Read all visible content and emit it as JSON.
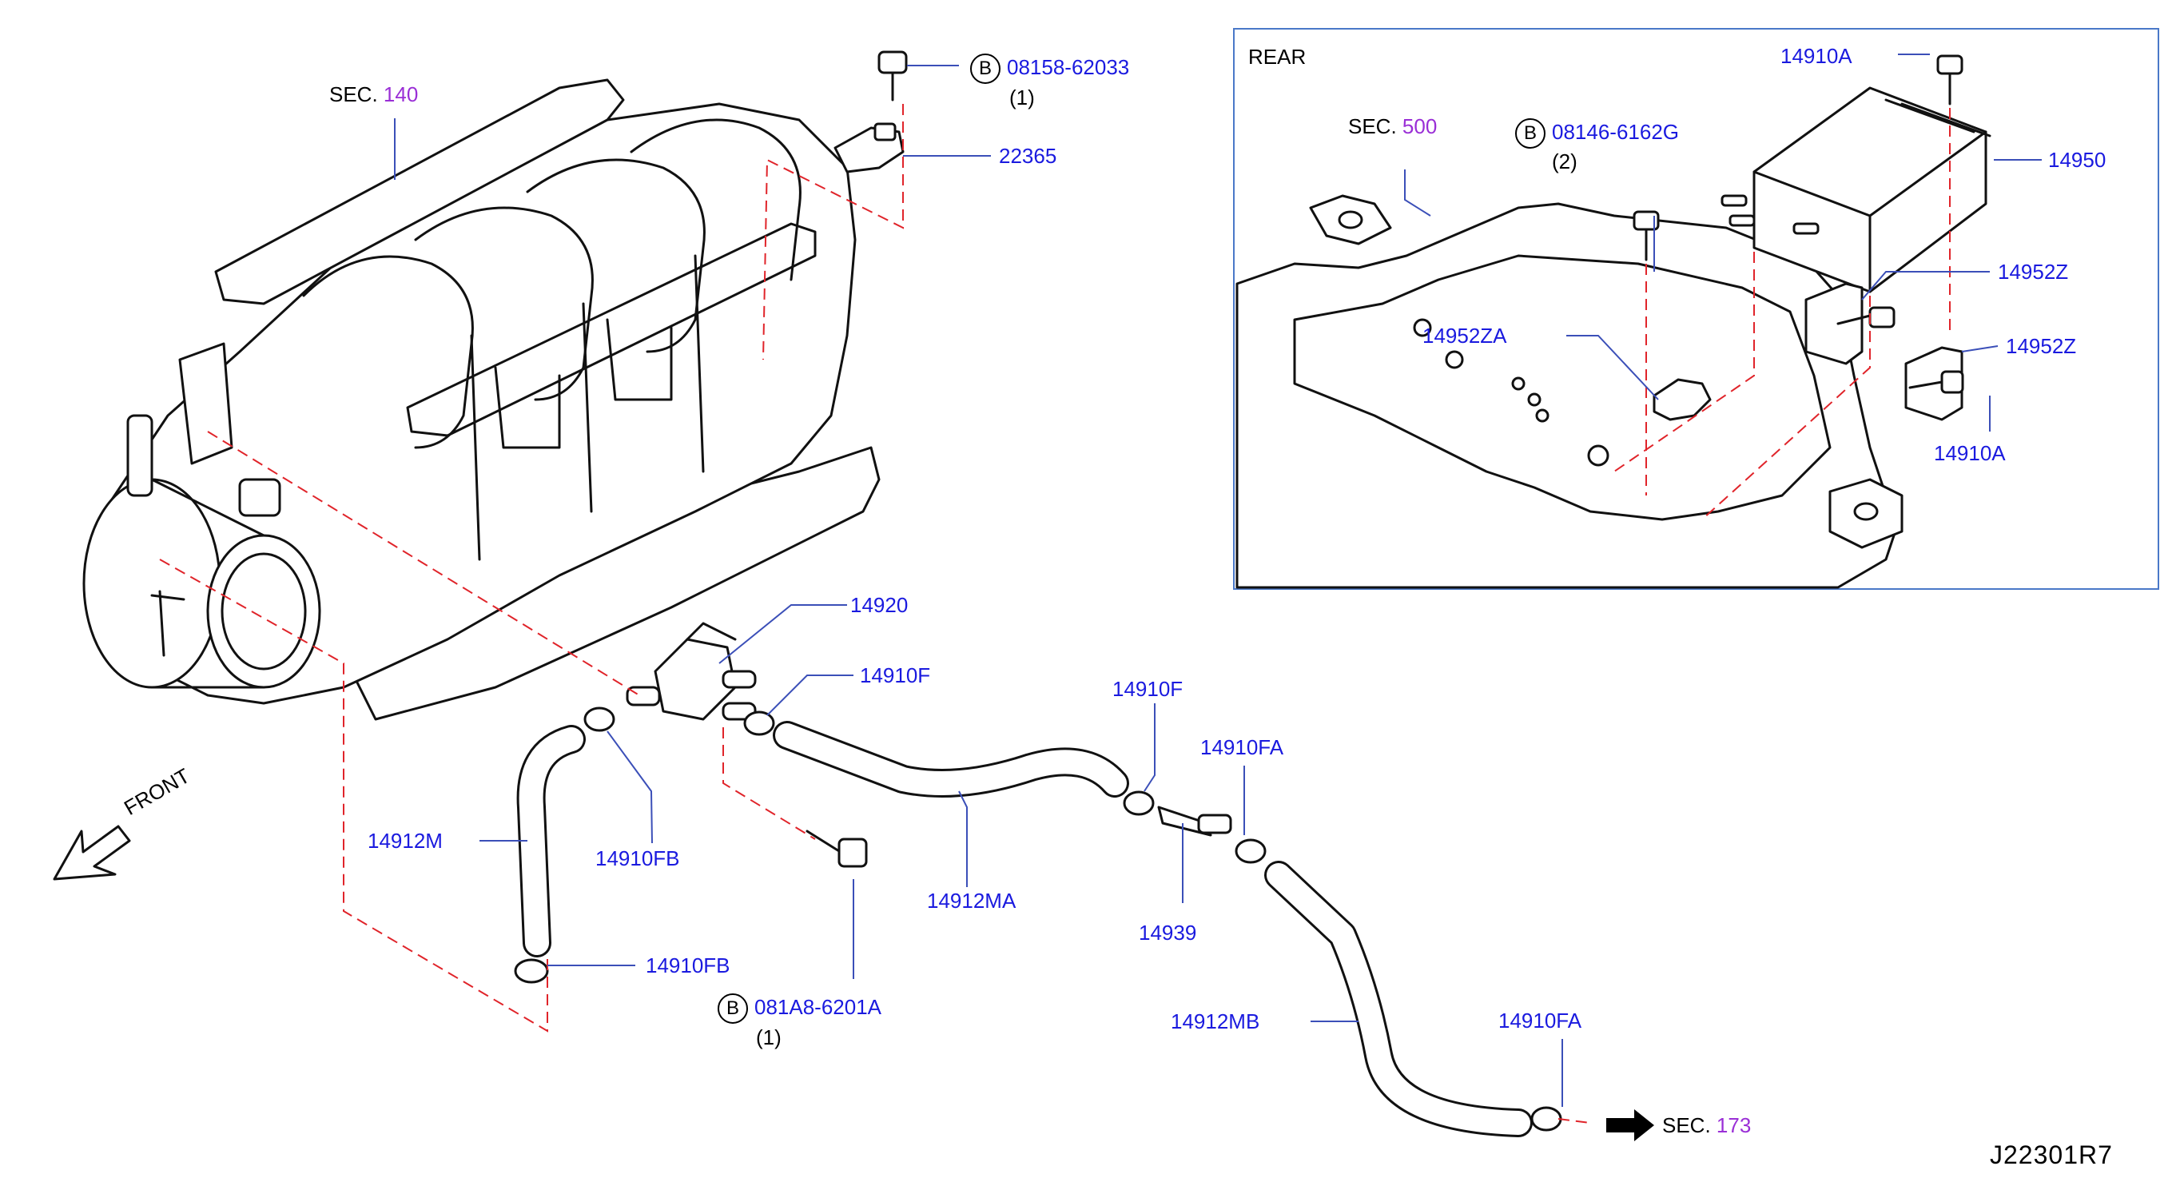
{
  "colors": {
    "part_number": "#1a1adf",
    "section_number": "#9a2fd6",
    "ink": "#000000",
    "guide_line": "#e0242a",
    "leader_line": "#3b4fb8",
    "inset_border": "#4a78c8"
  },
  "inset": {
    "title": "REAR"
  },
  "section_refs": [
    {
      "prefix": "SEC.",
      "number": "140"
    },
    {
      "prefix": "SEC.",
      "number": "500"
    },
    {
      "prefix": "SEC.",
      "number": "173"
    }
  ],
  "bolt_refs": [
    {
      "symbol": "B",
      "code": "08158-62033",
      "qty": "(1)"
    },
    {
      "symbol": "B",
      "code": "08146-6162G",
      "qty": "(2)"
    },
    {
      "symbol": "B",
      "code": "081A8-6201A",
      "qty": "(1)"
    }
  ],
  "part_labels": {
    "p22365": "22365",
    "p14910A_top": "14910A",
    "p14950": "14950",
    "p14952Z_upper": "14952Z",
    "p14952ZA": "14952ZA",
    "p14952Z_lower": "14952Z",
    "p14910A_lower": "14910A",
    "p14920": "14920",
    "p14910F_a": "14910F",
    "p14910F_b": "14910F",
    "p14910FA_a": "14910FA",
    "p14912M": "14912M",
    "p14910FB_a": "14910FB",
    "p14912MA": "14912MA",
    "p14939": "14939",
    "p14910FB_b": "14910FB",
    "p14912MB": "14912MB",
    "p14910FA_b": "14910FA"
  },
  "direction": {
    "label": "FRONT"
  },
  "drawing_code": "J22301R7"
}
